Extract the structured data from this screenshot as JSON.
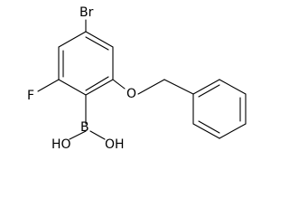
{
  "molecule": {
    "atoms": {
      "bromine": "Br",
      "fluorine": "F",
      "oxygen": "O",
      "boron": "B",
      "hydroxyl_left": "HO",
      "hydroxyl_right": "OH"
    }
  },
  "colors": {
    "bond": "#000000",
    "text": "#000000",
    "background": "#ffffff"
  }
}
